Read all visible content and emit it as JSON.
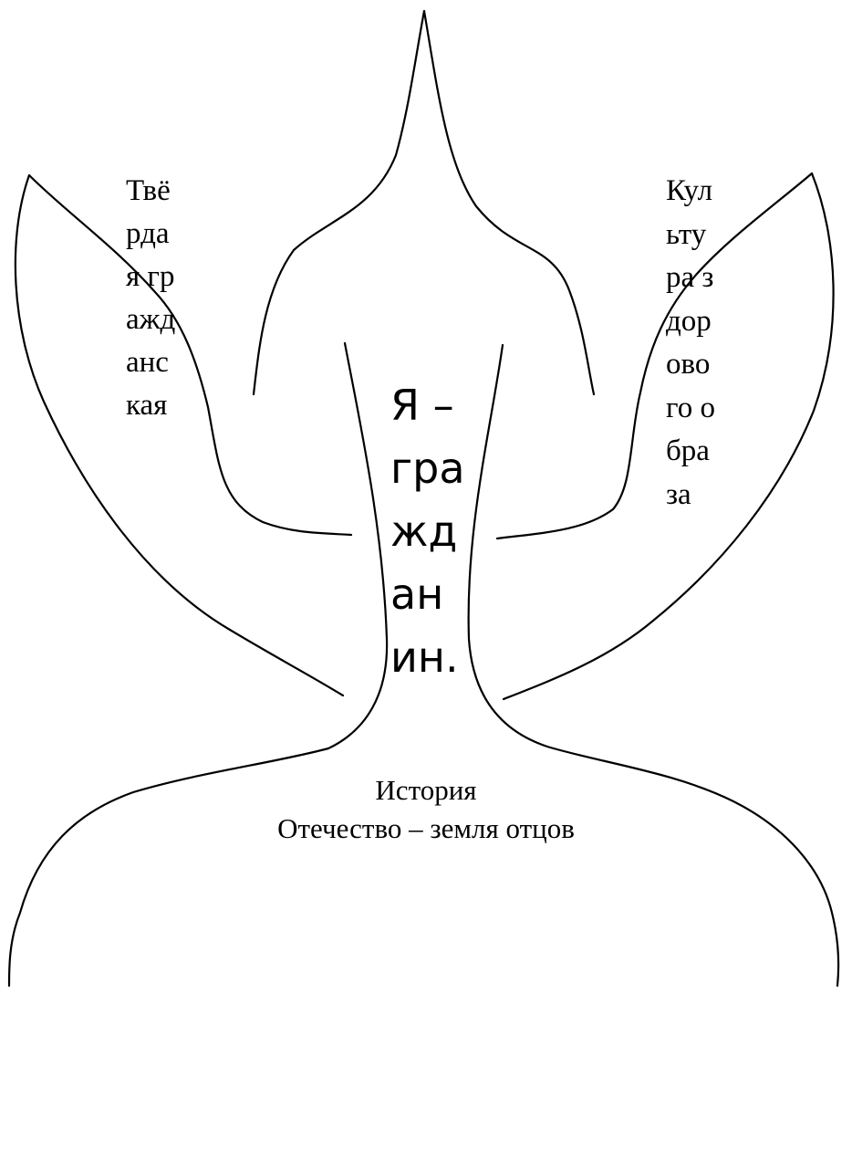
{
  "figure": {
    "left_branch_text": "Твёрдая гражданская",
    "right_branch_text": "Культура здорового образа",
    "trunk_text": "Я – гражданин.",
    "base_title": "История",
    "base_subtitle": "Отечество – земля отцов"
  },
  "colors": {
    "ink": "#000000",
    "background": "#ffffff"
  }
}
